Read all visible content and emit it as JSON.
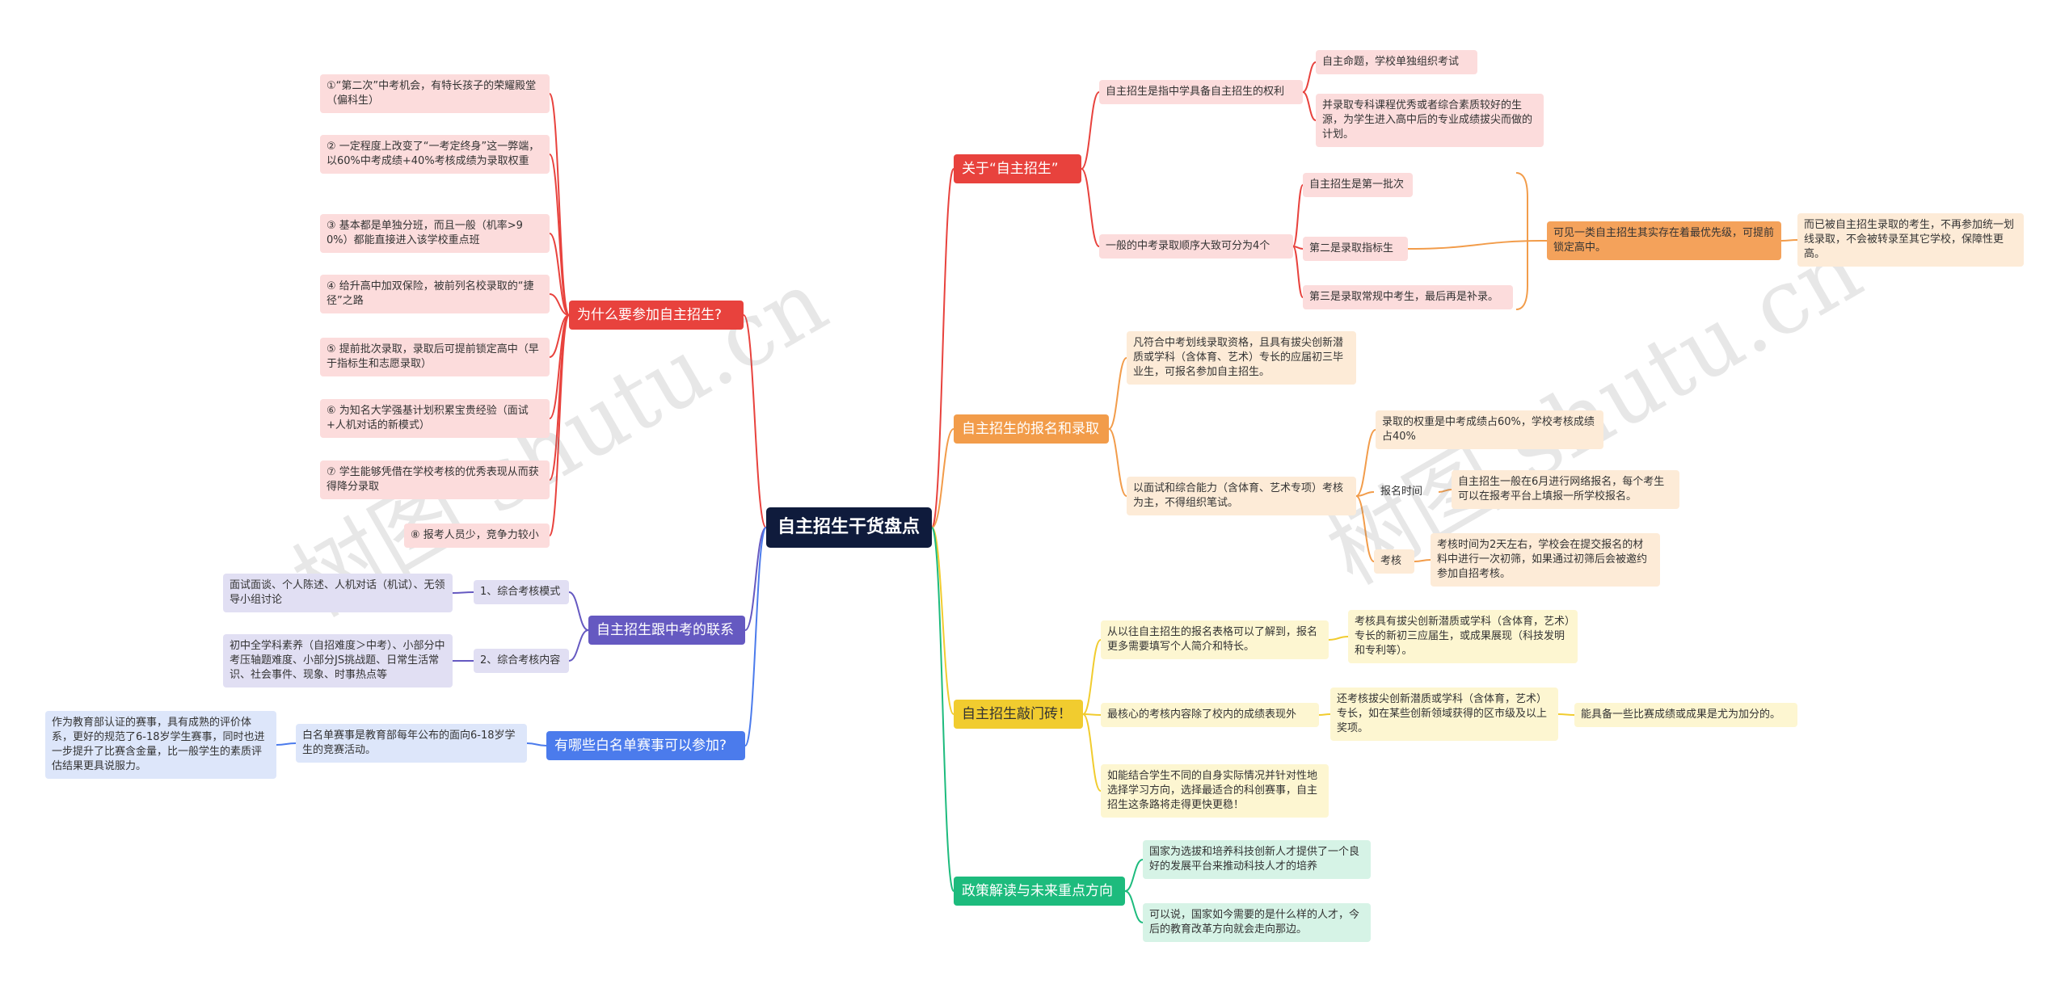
{
  "root": "自主招生干货盘点",
  "right": {
    "about": {
      "label": "关于“自主招生”",
      "c1": {
        "label": "自主招生是指中学具备自主招生的权利",
        "a": "自主命题，学校单独组织考试",
        "b": "并录取专科课程优秀或者综合素质较好的生源，为学生进入高中后的专业成绩拔尖而做的计划。"
      },
      "c2": {
        "label": "一般的中考录取顺序大致可分为4个",
        "a": "自主招生是第一批次",
        "b": "第二是录取指标生",
        "c": "第三是录取常规中考生，最后再是补录。",
        "summary": "可见一类自主招生其实存在着最优先级，可提前锁定高中。",
        "note": "而已被自主招生录取的考生，不再参加统一划线录取，不会被转录至其它学校，保障性更高。"
      }
    },
    "signup": {
      "label": "自主招生的报名和录取",
      "c1": "凡符合中考划线录取资格，且具有拔尖创新潜质或学科（含体育、艺术）专长的应届初三毕业生，可报名参加自主招生。",
      "c2": "以面试和综合能力（含体育、艺术专项）考核为主，不得组织笔试。",
      "weight": "录取的权重是中考成绩占60%，学校考核成绩占40%",
      "time_label": "报名时间",
      "time_text": "自主招生一般在6月进行网络报名，每个考生可以在报考平台上填报一所学校报名。",
      "exam_label": "考核",
      "exam_text": "考核时间为2天左右，学校会在提交报名的材料中进行一次初筛，如果通过初筛后会被邀约参加自招考核。"
    },
    "door": {
      "label": "自主招生敲门砖！",
      "c1": "从以往自主招生的报名表格可以了解到，报名更多需要填写个人简介和特长。",
      "c1a": "考核具有拔尖创新潜质或学科（含体育，艺术）专长的新初三应届生，或成果展现（科技发明和专利等）。",
      "c2": "最核心的考核内容除了校内的成绩表现外",
      "c2a": "还考核拔尖创新潜质或学科（含体育，艺术）专长，如在某些创新领域获得的区市级及以上奖项。",
      "c2b": "能具备一些比赛成绩或成果是尤为加分的。",
      "c3": "如能结合学生不同的自身实际情况并针对性地选择学习方向，选择最适合的科创赛事，自主招生这条路将走得更快更稳！"
    },
    "policy": {
      "label": "政策解读与未来重点方向",
      "c1": "国家为选拔和培养科技创新人才提供了一个良好的发展平台来推动科技人才的培养",
      "c2": "可以说，国家如今需要的是什么样的人才，今后的教育改革方向就会走向那边。"
    }
  },
  "left": {
    "why": {
      "label": "为什么要参加自主招生?",
      "items": [
        "①“第二次”中考机会，有特长孩子的荣耀殿堂（偏科生）",
        "② 一定程度上改变了“一考定终身”这一弊端，以60%中考成绩+40%考核成绩为录取权重",
        "③ 基本都是单独分班，而且一般（机率>90%）都能直接进入该学校重点班",
        "④ 给升高中加双保险，被前列名校录取的“捷径”之路",
        "⑤ 提前批次录取，录取后可提前锁定高中（早于指标生和志愿录取）",
        "⑥ 为知名大学强基计划积累宝贵经验（面试+人机对话的新模式）",
        "⑦ 学生能够凭借在学校考核的优秀表现从而获得降分录取",
        "⑧ 报考人员少，竞争力较小"
      ]
    },
    "link": {
      "label": "自主招生跟中考的联系",
      "c1": "1、综合考核模式",
      "c1a": "面试面谈、个人陈述、人机对话（机试）、无领导小组讨论",
      "c2": "2、综合考核内容",
      "c2a": "初中全学科素养（自招难度＞中考）、小部分中考压轴题难度、小部分JS挑战题、日常生活常识、社会事件、现象、时事热点等"
    },
    "white": {
      "label": "有哪些白名单赛事可以参加?",
      "c1": "白名单赛事是教育部每年公布的面向6-18岁学生的竞赛活动。",
      "c1a": "作为教育部认证的赛事，具有成熟的评价体系，更好的规范了6-18岁学生赛事，同时也进一步提升了比赛含金量，比一般学生的素质评估结果更具说服力。"
    }
  },
  "watermark": "树图 shutu.cn",
  "colors": {
    "red": "#e8423d",
    "orange": "#f29c4a",
    "yellow": "#f1cc2f",
    "green": "#1dbb7d",
    "purple": "#6559c1",
    "blue": "#4b7bec"
  }
}
